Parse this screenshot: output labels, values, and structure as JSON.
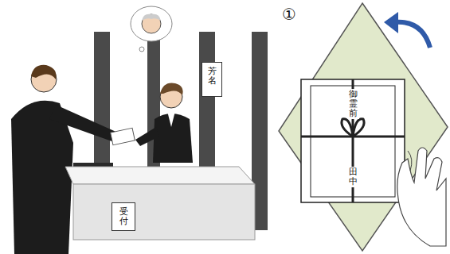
{
  "diagram": {
    "nodes": [
      {
        "text": [
          "芳名"
        ]
      },
      {
        "text": [
          "受付"
        ]
      },
      {
        "text": [
          "御霊前",
          "田中"
        ]
      }
    ],
    "labels": [
      "①"
    ]
  }
}
